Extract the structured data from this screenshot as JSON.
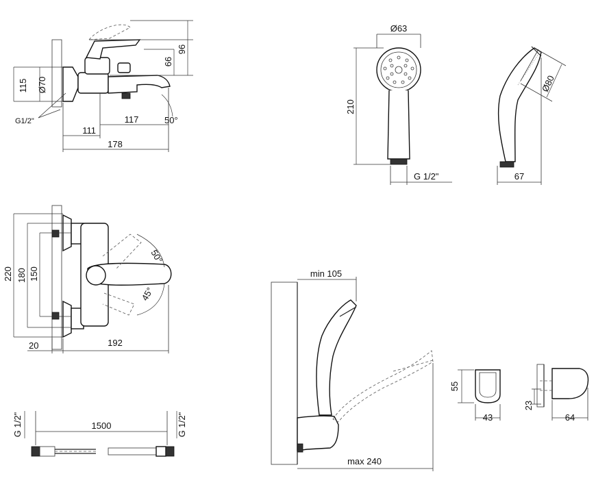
{
  "dimensions": {
    "mixer_side": {
      "height_115": "115",
      "dia_70": "Ø70",
      "thread": "G1/2\"",
      "height_66": "66",
      "height_96": "96",
      "len_111": "111",
      "len_117": "117",
      "angle_50": "50°",
      "len_178": "178"
    },
    "mixer_top": {
      "h_220": "220",
      "h_180": "180",
      "h_150": "150",
      "angle_50": "50°",
      "angle_45": "45°",
      "w_20": "20",
      "w_192": "192"
    },
    "hand_shower": {
      "dia_63": "Ø63",
      "len_210": "210",
      "thread": "G 1/2\"",
      "dia_80": "Ø80",
      "depth_67": "67"
    },
    "hose": {
      "thread_left": "G 1/2\"",
      "thread_right": "G 1/2\"",
      "length": "1500"
    },
    "wall_mount": {
      "min": "min 105",
      "max": "max 240"
    },
    "holder": {
      "h_55": "55",
      "w_43": "43",
      "h_23": "23",
      "w_64": "64"
    }
  }
}
